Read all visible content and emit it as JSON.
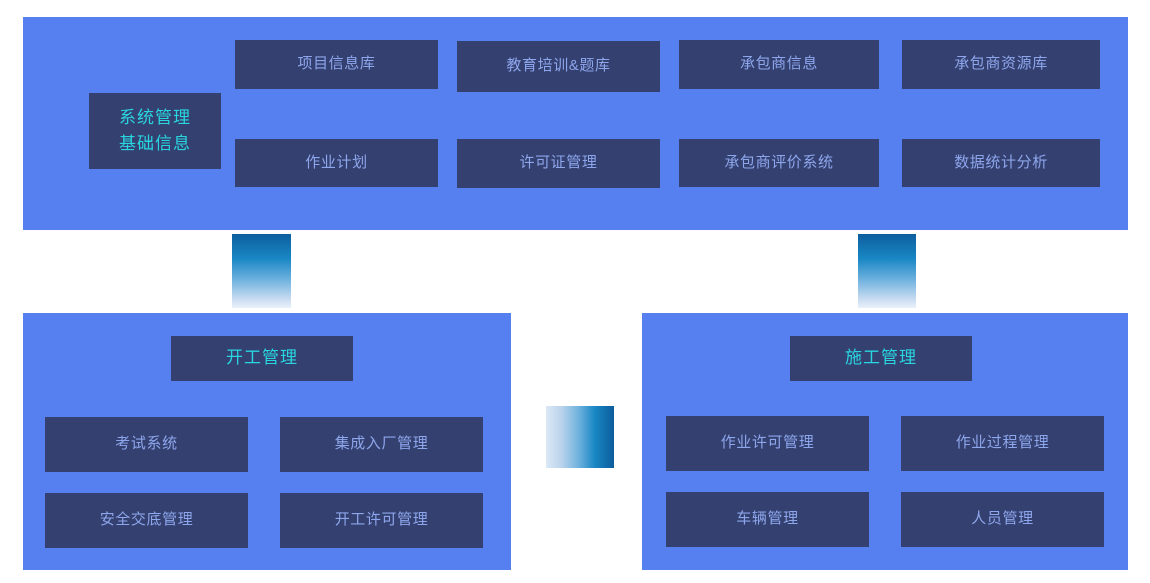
{
  "diagram": {
    "colors": {
      "panel_background": "#5680F0",
      "box_background": "#344070",
      "title_text": "#29D6E0",
      "item_text": "#8EA6EC",
      "connector_dark": "#0D5C9C",
      "connector_light": "#E9F1FA",
      "page_background": "#FFFFFF"
    },
    "top_panel": {
      "title_line1": "系统管理",
      "title_line2": "基础信息",
      "row1": [
        {
          "label": "项目信息库"
        },
        {
          "label": "教育培训&题库"
        },
        {
          "label": "承包商信息"
        },
        {
          "label": "承包商资源库"
        }
      ],
      "row2": [
        {
          "label": "作业计划"
        },
        {
          "label": "许可证管理"
        },
        {
          "label": "承包商评价系统"
        },
        {
          "label": "数据统计分析"
        }
      ]
    },
    "bottom_left_panel": {
      "title": "开工管理",
      "row1": [
        {
          "label": "考试系统"
        },
        {
          "label": "集成入厂管理"
        }
      ],
      "row2": [
        {
          "label": "安全交底管理"
        },
        {
          "label": "开工许可管理"
        }
      ]
    },
    "bottom_right_panel": {
      "title": "施工管理",
      "row1": [
        {
          "label": "作业许可管理"
        },
        {
          "label": "作业过程管理"
        }
      ],
      "row2": [
        {
          "label": "车辆管理"
        },
        {
          "label": "人员管理"
        }
      ]
    },
    "connectors": [
      {
        "name": "left-vertical-connector",
        "direction": "vertical"
      },
      {
        "name": "right-vertical-connector",
        "direction": "vertical"
      },
      {
        "name": "middle-horizontal-connector",
        "direction": "horizontal"
      }
    ]
  }
}
